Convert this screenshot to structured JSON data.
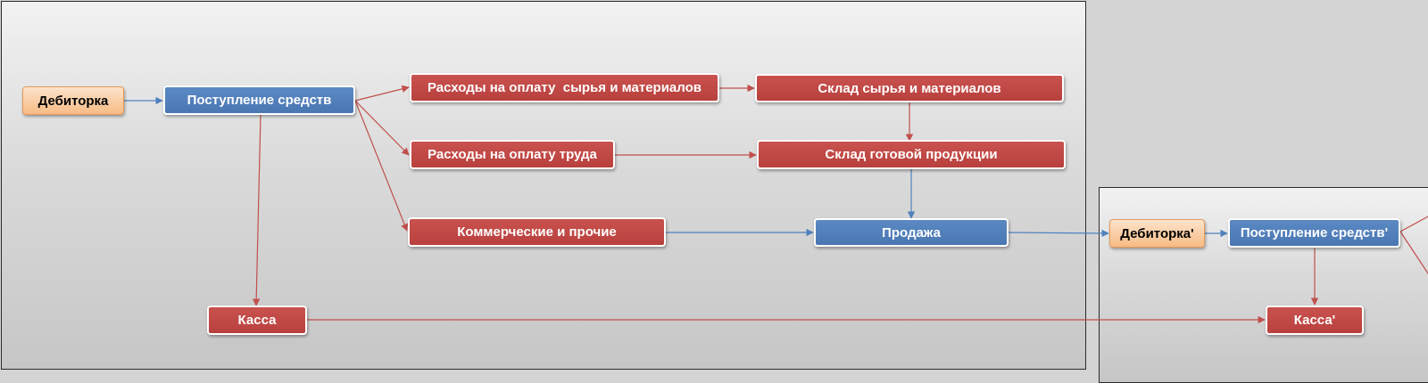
{
  "colors": {
    "red": "#c0504d",
    "blue": "#4f81bd",
    "peach": "#fbd2ad",
    "arrow_red": "#c0504d",
    "arrow_blue": "#4f81bd"
  },
  "nodes": {
    "debitorka": "Дебиторка",
    "postuplenie": "Поступление средств",
    "raskhody_syrye": "Расходы на оплату  сырья и материалов",
    "sklad_syrya": "Склад сырья и материалов",
    "raskhody_truda": "Расходы на оплату труда",
    "sklad_gotovoy": "Склад готовой продукции",
    "kommercheskie": "Коммерческие и прочие",
    "prodazha": "Продажа",
    "kassa": "Касса",
    "debitorka_2": "Дебиторка'",
    "postuplenie_2": "Поступление средств'",
    "kassa_2": "Касса'"
  }
}
